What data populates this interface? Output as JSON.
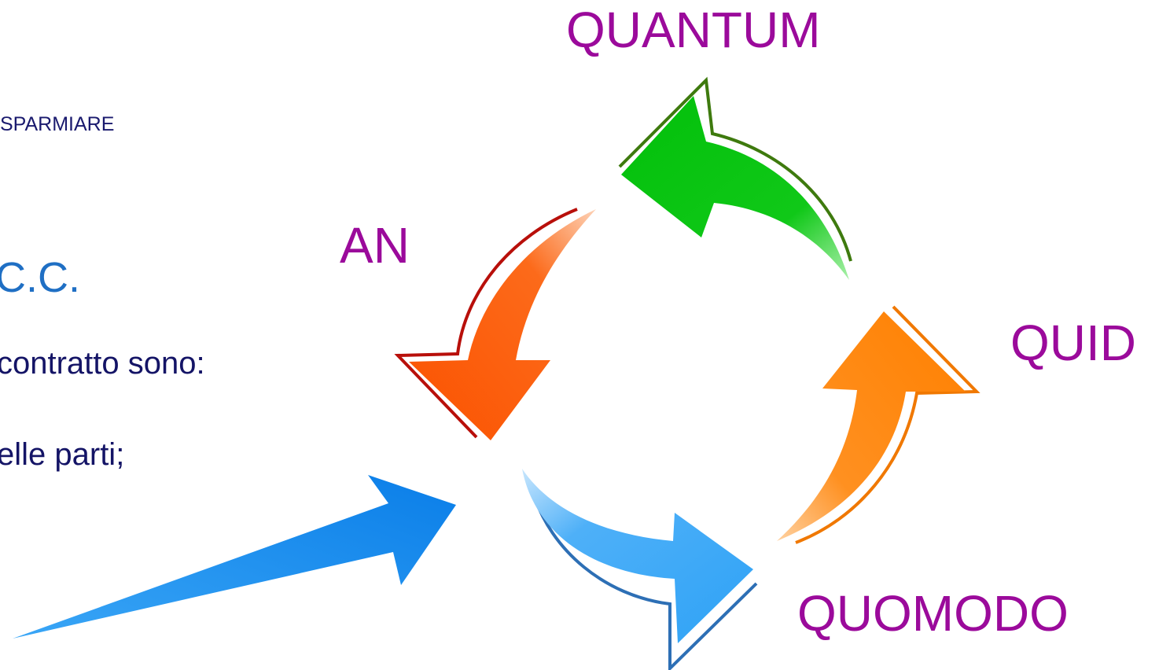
{
  "text": {
    "line1": "SPARMIARE",
    "line2": "C.C.",
    "line3": "contratto sono:",
    "line4": "elle parti;"
  },
  "cycle": {
    "labels": {
      "quantum": "QUANTUM",
      "an": "AN",
      "quid": "QUID",
      "quomodo": "QUOMODO"
    },
    "arrow_colors": {
      "green": "#06c30c",
      "red_orange": "#fc5a05",
      "orange": "#ff8b07",
      "blue": "#2e9ff4",
      "pointer": "#1286ee"
    },
    "label_color": "#9b0a9b"
  }
}
